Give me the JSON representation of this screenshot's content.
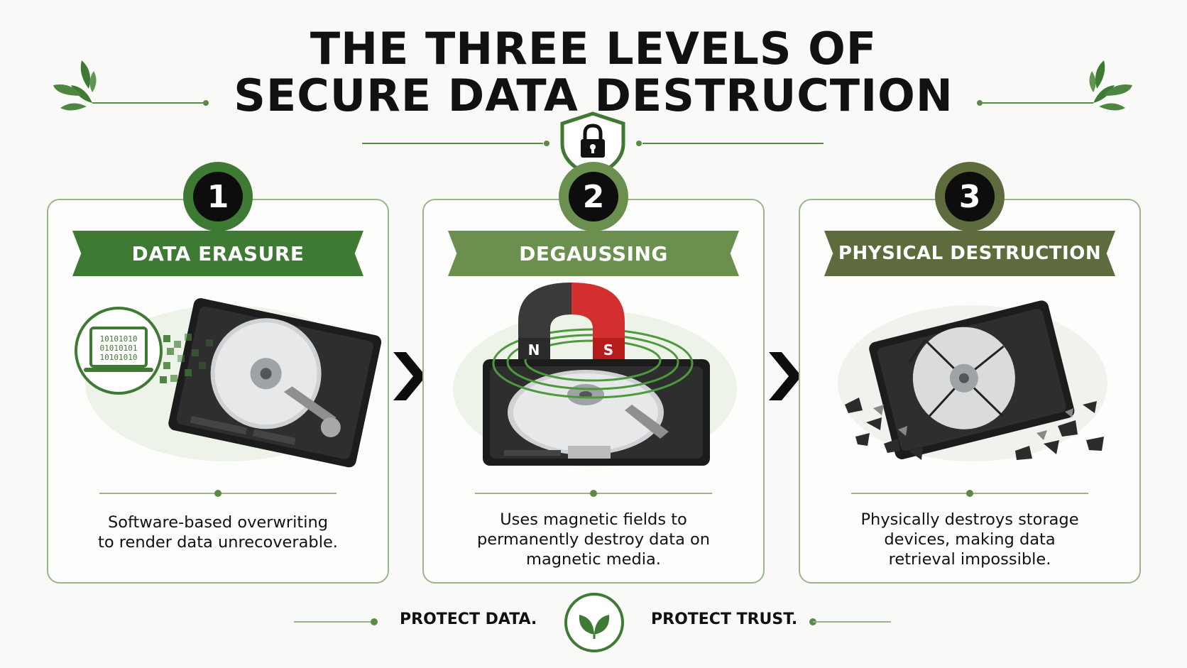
{
  "title": {
    "line1": "THE THREE LEVELS OF",
    "line2": "SECURE DATA DESTRUCTION"
  },
  "colors": {
    "green_dark": "#3f7a35",
    "green_mid": "#6a8f4e",
    "green_olive": "#5e6b3c",
    "card_border": "#9bb48a",
    "magnet_red": "#d32f2f"
  },
  "levels": [
    {
      "number": "1",
      "name": "DATA ERASURE",
      "description_lines": [
        "Software-based overwriting",
        "to render data unrecoverable."
      ],
      "binary_lines": [
        "10101010",
        "01010101",
        "10101010"
      ],
      "icon": "hard-drive-with-laptop-icon"
    },
    {
      "number": "2",
      "name": "DEGAUSSING",
      "description_lines": [
        "Uses magnetic fields to",
        "permanently destroy data on",
        "magnetic media."
      ],
      "magnet_poles": [
        "N",
        "S"
      ],
      "icon": "hard-drive-with-magnet-icon"
    },
    {
      "number": "3",
      "name": "PHYSICAL DESTRUCTION",
      "description_lines": [
        "Physically destroys storage",
        "devices, making data",
        "retrieval impossible."
      ],
      "icon": "shattered-hard-drive-icon"
    }
  ],
  "footer": {
    "left": "PROTECT DATA.",
    "right": "PROTECT TRUST."
  }
}
